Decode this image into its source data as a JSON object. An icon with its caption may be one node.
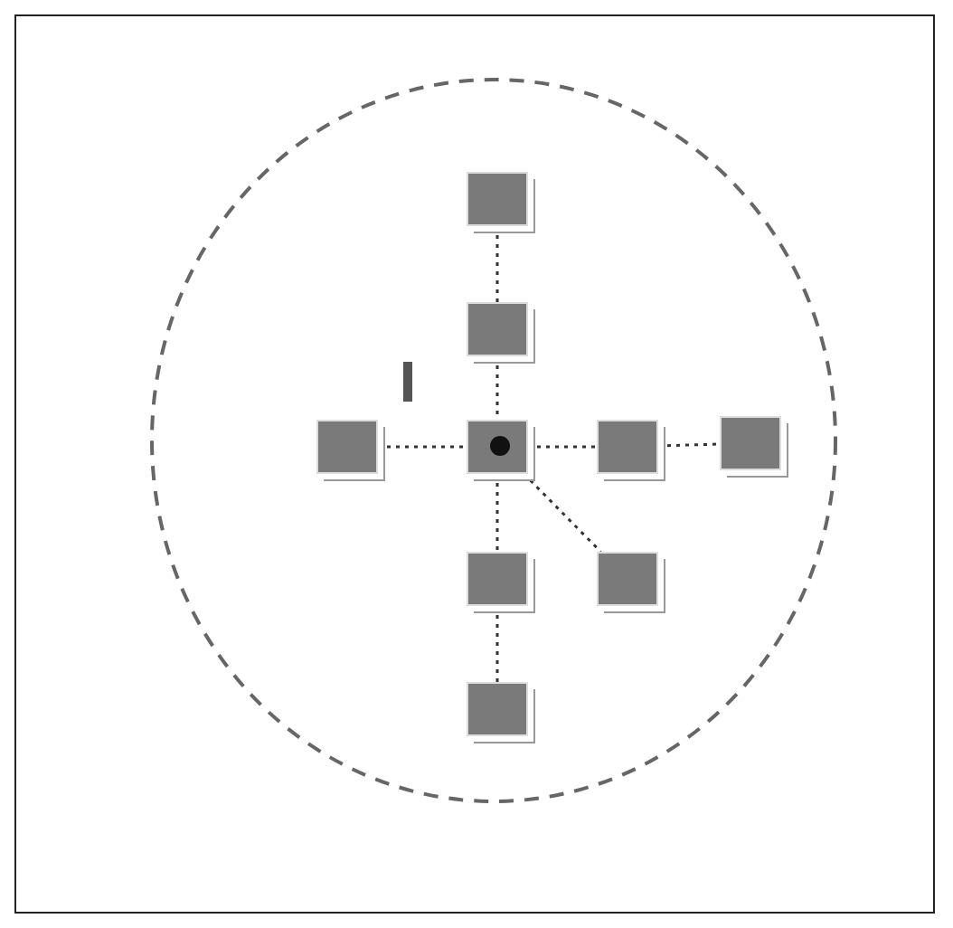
{
  "diagram": {
    "nodes": [
      {
        "text": [],
        "shape": "circle"
      },
      {
        "text": [],
        "shape": "box",
        "in": 0
      },
      {
        "text": [],
        "shape": "box",
        "in": 0
      },
      {
        "text": [],
        "shape": "bar",
        "in": 0
      },
      {
        "text": [],
        "shape": "box",
        "in": 0
      },
      {
        "text": [],
        "shape": "box",
        "in": 0
      },
      {
        "text": [],
        "shape": "box",
        "in": 0
      },
      {
        "text": [],
        "shape": "box",
        "in": 0
      },
      {
        "text": [],
        "shape": "box",
        "in": 0
      },
      {
        "text": [],
        "shape": "box",
        "in": 0
      },
      {
        "text": [],
        "shape": "box",
        "in": 0
      }
    ],
    "edges": [
      {
        "from": 1,
        "to": 2,
        "arrow": "none",
        "style": "dashed"
      },
      {
        "from": 2,
        "to": 5,
        "arrow": "none",
        "style": "dashed"
      },
      {
        "from": 4,
        "to": 5,
        "arrow": "none",
        "style": "dashed"
      },
      {
        "from": 5,
        "to": 6,
        "arrow": "none",
        "style": "dashed"
      },
      {
        "from": 6,
        "to": 7,
        "arrow": "none",
        "style": "dashed"
      },
      {
        "from": 5,
        "to": 8,
        "arrow": "none",
        "style": "dashed"
      },
      {
        "from": 5,
        "to": 9,
        "arrow": "none",
        "style": "dashed"
      },
      {
        "from": 9,
        "to": 10,
        "arrow": "none",
        "style": "dashed"
      }
    ]
  }
}
